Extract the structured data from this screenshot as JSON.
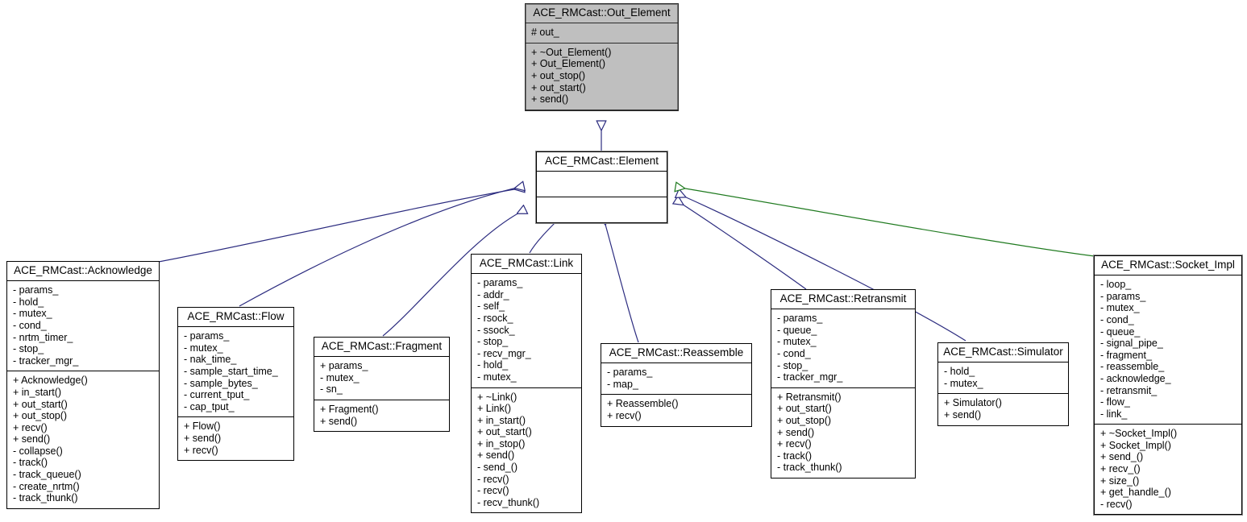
{
  "diagram": {
    "title": "ACE_RMCast inheritance diagram",
    "type": "uml-class-diagram",
    "background": "#ffffff",
    "edge_colors": {
      "inheritance": "#2b2b7f",
      "usage": "#1f7a1f"
    },
    "root_fill": "#bfbfbf"
  },
  "classes": [
    {
      "id": "out_element",
      "name": "ACE_RMCast::Out_Element",
      "attributes": [
        "# out_"
      ],
      "operations": [
        "+ ~Out_Element()",
        "+ Out_Element()",
        "+ out_stop()",
        "+ out_start()",
        "+ send()"
      ]
    },
    {
      "id": "element",
      "name": "ACE_RMCast::Element",
      "attributes": [],
      "operations": []
    },
    {
      "id": "acknowledge",
      "name": "ACE_RMCast::Acknowledge",
      "attributes": [
        "- params_",
        "- hold_",
        "- mutex_",
        "- cond_",
        "- nrtm_timer_",
        "- stop_",
        "- tracker_mgr_"
      ],
      "operations": [
        "+ Acknowledge()",
        "+ in_start()",
        "+ out_start()",
        "+ out_stop()",
        "+ recv()",
        "+ send()",
        "- collapse()",
        "- track()",
        "- track_queue()",
        "- create_nrtm()",
        "- track_thunk()"
      ]
    },
    {
      "id": "flow",
      "name": "ACE_RMCast::Flow",
      "attributes": [
        "- params_",
        "- mutex_",
        "- nak_time_",
        "- sample_start_time_",
        "- sample_bytes_",
        "- current_tput_",
        "- cap_tput_"
      ],
      "operations": [
        "+ Flow()",
        "+ send()",
        "+ recv()"
      ]
    },
    {
      "id": "fragment",
      "name": "ACE_RMCast::Fragment",
      "attributes": [
        "+ params_",
        "- mutex_",
        "- sn_"
      ],
      "operations": [
        "+ Fragment()",
        "+ send()"
      ]
    },
    {
      "id": "link",
      "name": "ACE_RMCast::Link",
      "attributes": [
        "- params_",
        "- addr_",
        "- self_",
        "- rsock_",
        "- ssock_",
        "- stop_",
        "- recv_mgr_",
        "- hold_",
        "- mutex_"
      ],
      "operations": [
        "+ ~Link()",
        "+ Link()",
        "+ in_start()",
        "+ out_start()",
        "+ in_stop()",
        "+ send()",
        "- send_()",
        "- recv()",
        "- recv()",
        "- recv_thunk()"
      ]
    },
    {
      "id": "reassemble",
      "name": "ACE_RMCast::Reassemble",
      "attributes": [
        "- params_",
        "- map_"
      ],
      "operations": [
        "+ Reassemble()",
        "+ recv()"
      ]
    },
    {
      "id": "retransmit",
      "name": "ACE_RMCast::Retransmit",
      "attributes": [
        "- params_",
        "- queue_",
        "- mutex_",
        "- cond_",
        "- stop_",
        "- tracker_mgr_"
      ],
      "operations": [
        "+ Retransmit()",
        "+ out_start()",
        "+ out_stop()",
        "+ send()",
        "+ recv()",
        "- track()",
        "- track_thunk()"
      ]
    },
    {
      "id": "simulator",
      "name": "ACE_RMCast::Simulator",
      "attributes": [
        "- hold_",
        "- mutex_"
      ],
      "operations": [
        "+ Simulator()",
        "+ send()"
      ]
    },
    {
      "id": "socket_impl",
      "name": "ACE_RMCast::Socket_Impl",
      "attributes": [
        "- loop_",
        "- params_",
        "- mutex_",
        "- cond_",
        "- queue_",
        "- signal_pipe_",
        "- fragment_",
        "- reassemble_",
        "- acknowledge_",
        "- retransmit_",
        "- flow_",
        "- link_"
      ],
      "operations": [
        "+ ~Socket_Impl()",
        "+ Socket_Impl()",
        "+ send_()",
        "+ recv_()",
        "+ size_()",
        "+ get_handle_()",
        "- recv()"
      ]
    }
  ],
  "edges": [
    {
      "from": "element",
      "to": "out_element",
      "kind": "inheritance"
    },
    {
      "from": "acknowledge",
      "to": "element",
      "kind": "inheritance"
    },
    {
      "from": "flow",
      "to": "element",
      "kind": "inheritance"
    },
    {
      "from": "fragment",
      "to": "element",
      "kind": "inheritance"
    },
    {
      "from": "link",
      "to": "element",
      "kind": "inheritance"
    },
    {
      "from": "reassemble",
      "to": "element",
      "kind": "inheritance"
    },
    {
      "from": "retransmit",
      "to": "element",
      "kind": "inheritance"
    },
    {
      "from": "simulator",
      "to": "element",
      "kind": "inheritance"
    },
    {
      "from": "socket_impl",
      "to": "element",
      "kind": "usage"
    }
  ]
}
